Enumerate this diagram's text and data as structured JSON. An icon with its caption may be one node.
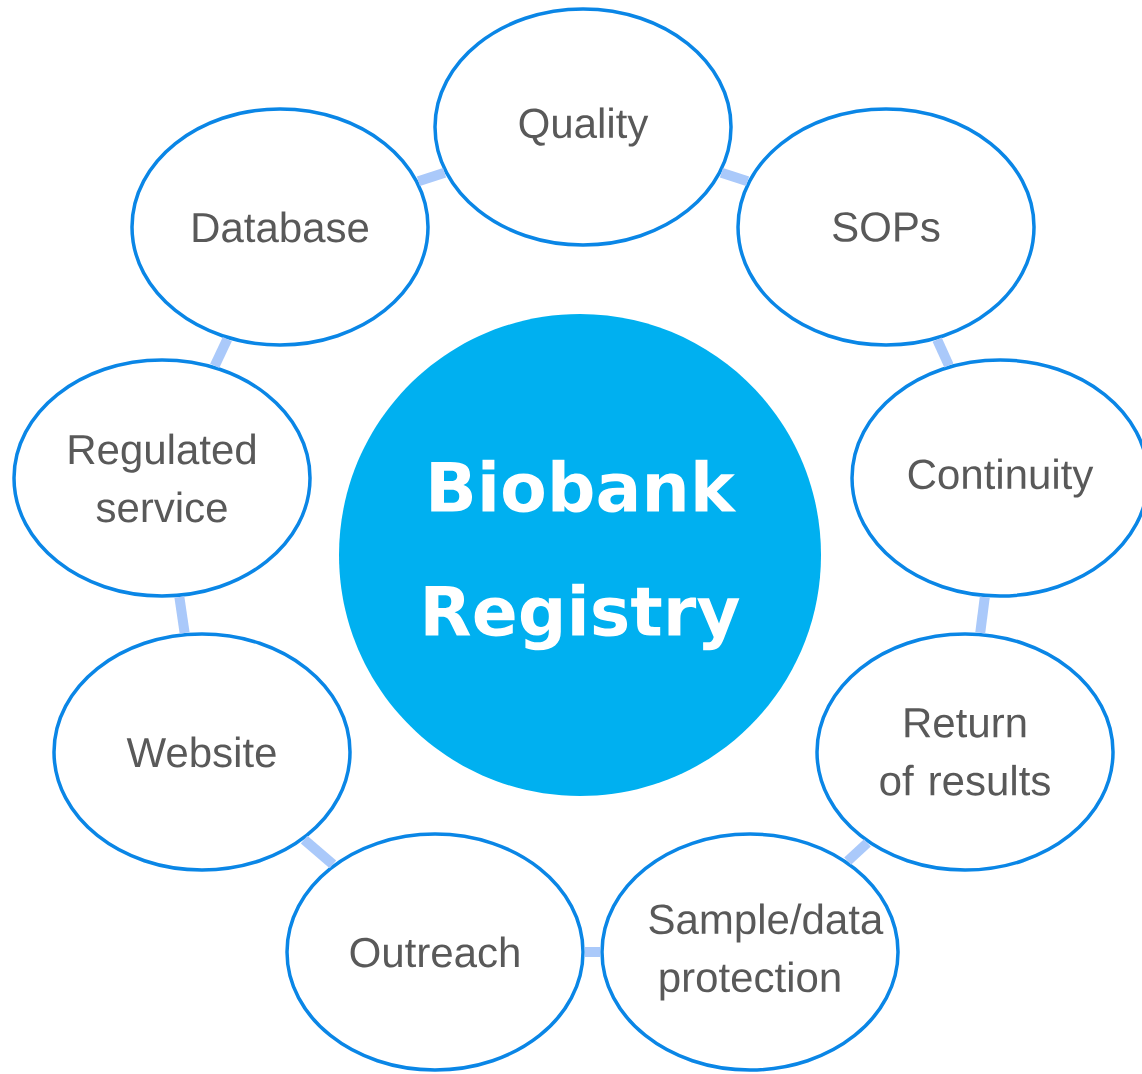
{
  "diagram": {
    "nodes": [
      {
        "text": [
          "Biobank Registry"
        ]
      },
      {
        "text": [
          "Quality"
        ]
      },
      {
        "text": [
          "SOPs"
        ]
      },
      {
        "text": [
          "Continuity"
        ]
      },
      {
        "text": [
          "Return of results"
        ]
      },
      {
        "text": [
          "Sample/data protection"
        ]
      },
      {
        "text": [
          "Outreach"
        ]
      },
      {
        "text": [
          "Website"
        ]
      },
      {
        "text": [
          "Regulated service"
        ]
      },
      {
        "text": [
          "Database"
        ]
      }
    ],
    "edges": [
      {
        "from": 9,
        "to": 1,
        "arrow": "none"
      },
      {
        "from": 1,
        "to": 2,
        "arrow": "none"
      },
      {
        "from": 2,
        "to": 3,
        "arrow": "none"
      },
      {
        "from": 3,
        "to": 4,
        "arrow": "none"
      },
      {
        "from": 4,
        "to": 5,
        "arrow": "none"
      },
      {
        "from": 5,
        "to": 6,
        "arrow": "none"
      },
      {
        "from": 6,
        "to": 7,
        "arrow": "none"
      },
      {
        "from": 7,
        "to": 8,
        "arrow": "none"
      },
      {
        "from": 8,
        "to": 9,
        "arrow": "none"
      }
    ]
  }
}
